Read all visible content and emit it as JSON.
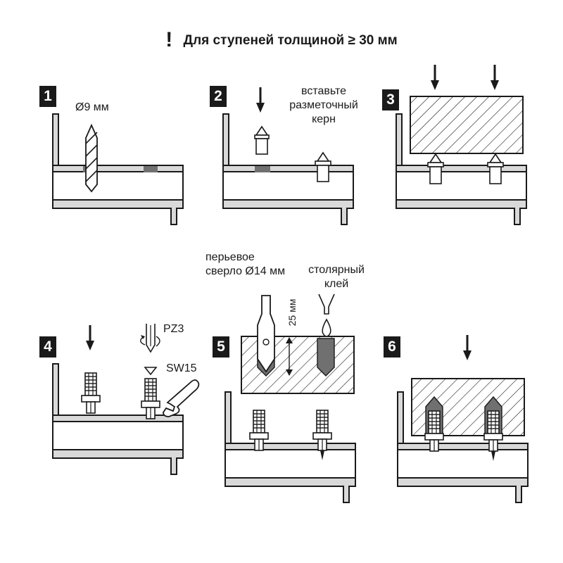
{
  "header": {
    "warning_mark": "!",
    "title": "Для ступеней толщиной ≥ 30 мм"
  },
  "steps": [
    {
      "number": "1",
      "labels": {
        "drill_diameter": "Ø9 мм"
      }
    },
    {
      "number": "2",
      "labels": {
        "line1": "вставьте",
        "line2": "разметочный",
        "line3": "керн"
      }
    },
    {
      "number": "3",
      "labels": {}
    },
    {
      "number": "4",
      "labels": {
        "driver": "PZ3",
        "wrench": "SW15"
      }
    },
    {
      "number": "5",
      "labels": {
        "bit_line1": "перьевое",
        "bit_line2": "сверло Ø14 мм",
        "glue_line1": "столярный",
        "glue_line2": "клей",
        "depth": "25 мм"
      }
    },
    {
      "number": "6",
      "labels": {}
    }
  ],
  "colors": {
    "ink": "#1a1a1a",
    "panel_fill": "#d9d9d9",
    "mark_fill": "#707070",
    "hatch": "#1a1a1a"
  }
}
